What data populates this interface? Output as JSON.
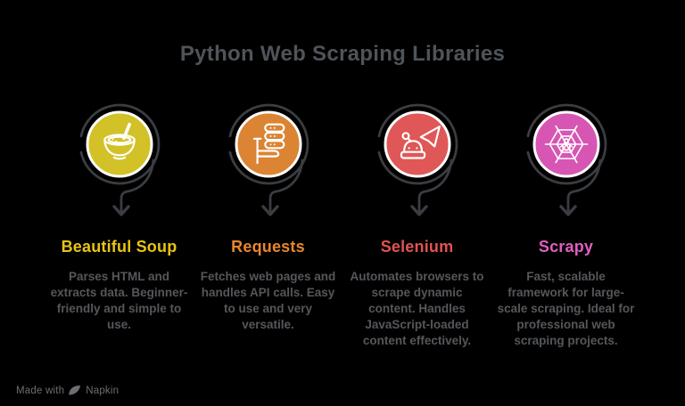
{
  "title": "Python Web Scraping Libraries",
  "columns": [
    {
      "name": "Beautiful Soup",
      "label_color": "#e9c413",
      "circle_color": "#d2c127",
      "icon": "soup-bowl-icon",
      "description": "Parses HTML and extracts data. Beginner-friendly and simple to use."
    },
    {
      "name": "Requests",
      "label_color": "#e8862e",
      "circle_color": "#db8434",
      "icon": "server-request-icon",
      "description": "Fetches web pages and handles API calls. Easy to use and very versatile."
    },
    {
      "name": "Selenium",
      "label_color": "#e25353",
      "circle_color": "#df5757",
      "icon": "robot-cursor-icon",
      "description": "Automates browsers to scrape dynamic content. Handles JavaScript-loaded content effectively."
    },
    {
      "name": "Scrapy",
      "label_color": "#e15ec0",
      "circle_color": "#d756b4",
      "icon": "spider-web-icon",
      "description": "Fast, scalable framework for large-scale scraping. Ideal for professional web scraping projects."
    }
  ],
  "watermark": {
    "made_with": "Made with",
    "brand": "Napkin"
  },
  "colors": {
    "background": "#000000",
    "title_text": "#4f545a",
    "description_text": "#54575b",
    "loop_stroke": "#3a3d41",
    "icon_stroke": "#ffffff",
    "watermark_text": "#6b6e73"
  }
}
